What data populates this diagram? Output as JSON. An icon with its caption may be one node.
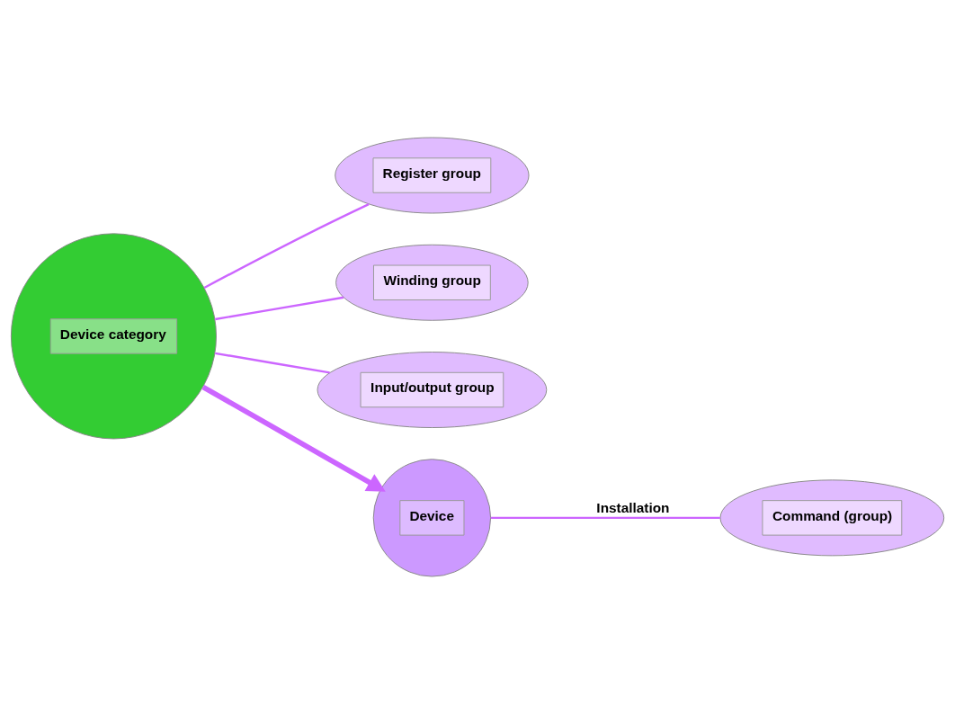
{
  "diagram": {
    "nodes": [
      {
        "text": [
          "Device category"
        ]
      },
      {
        "text": [
          "Register group"
        ]
      },
      {
        "text": [
          "Winding group"
        ]
      },
      {
        "text": [
          "Input/output group"
        ]
      },
      {
        "text": [
          "Device"
        ]
      },
      {
        "text": [
          "Command (group)"
        ]
      }
    ],
    "edges": [
      {
        "from": 0,
        "to": 1,
        "arrow": "none"
      },
      {
        "from": 0,
        "to": 2,
        "arrow": "none"
      },
      {
        "from": 0,
        "to": 3,
        "arrow": "none"
      },
      {
        "from": 0,
        "to": 4,
        "arrow": "to",
        "style": "thick"
      },
      {
        "from": 4,
        "to": 5,
        "arrow": "none",
        "label": "Installation"
      }
    ]
  }
}
